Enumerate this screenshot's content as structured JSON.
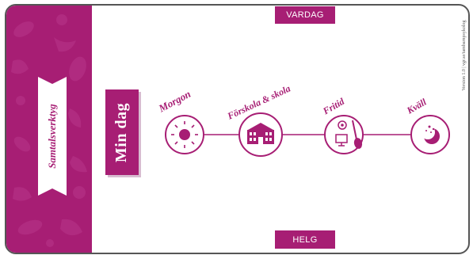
{
  "side_panel": {
    "label": "Samtalsverktyg"
  },
  "title": "Min dag",
  "buttons": {
    "weekday": "VARDAG",
    "weekend": "HELG"
  },
  "version_text": "Version 1.0 | vgr.se/tambarnpsykolog",
  "timeline": {
    "stages": [
      {
        "label": "Morgon",
        "icon": "sun-icon"
      },
      {
        "label": "Förskola & skola",
        "icon": "school-building-icon"
      },
      {
        "label": "Fritid",
        "icon": "leisure-icon"
      },
      {
        "label": "Kväll",
        "icon": "moon-stars-icon"
      }
    ]
  },
  "colors": {
    "accent": "#a71e74",
    "border": "#555555",
    "background": "#ffffff"
  }
}
